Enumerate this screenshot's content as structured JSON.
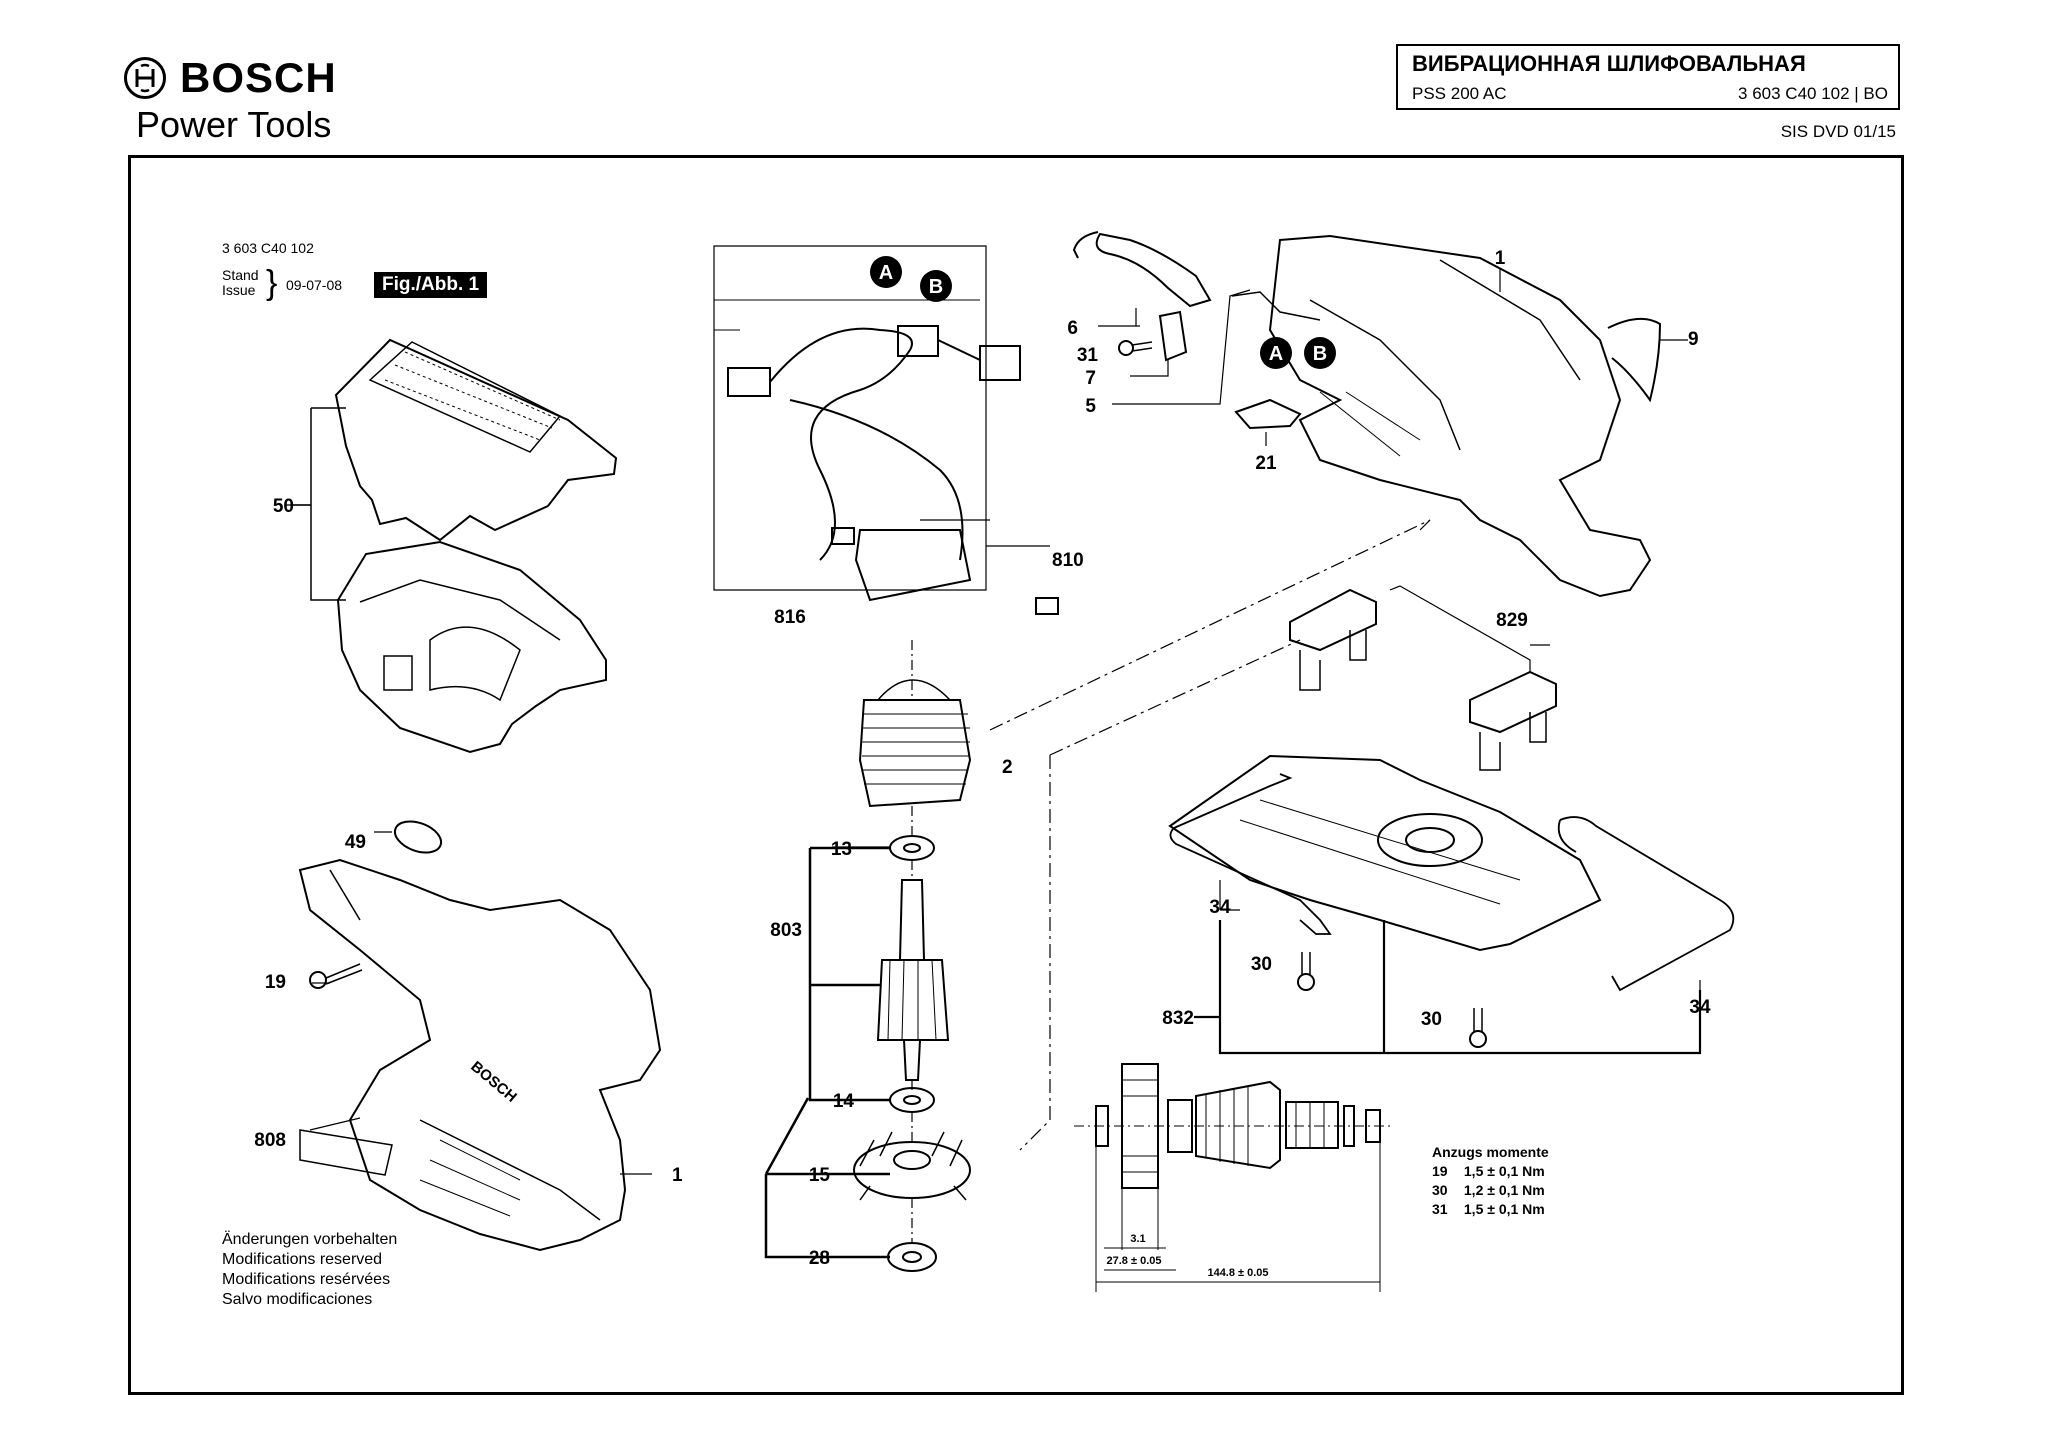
{
  "header": {
    "brand": "BOSCH",
    "tagline": "Power Tools",
    "title": "ВИБРАЦИОННАЯ ШЛИФОВАЛЬНАЯ",
    "model": "PSS 200 AC",
    "part_number": "3 603 C40 102 | BO",
    "edition": "SIS DVD 01/15"
  },
  "sheet": {
    "code": "3 603 C40 102",
    "stand_label": "Stand",
    "issue_label": "Issue",
    "date": "09-07-08",
    "figure": "Fig./Abb. 1"
  },
  "part_labels": {
    "p1": "1",
    "p2": "2",
    "p5": "5",
    "p6": "6",
    "p7": "7",
    "p9": "9",
    "p13": "13",
    "p14": "14",
    "p15": "15",
    "p19": "19",
    "p21": "21",
    "p28": "28",
    "p30": "30",
    "p31": "31",
    "p34": "34",
    "p49": "49",
    "p50": "50",
    "p803": "803",
    "p808": "808",
    "p810": "810",
    "p816": "816",
    "p829": "829",
    "p832": "832",
    "conn_a": "A",
    "conn_b": "B"
  },
  "dimensions": {
    "d1": "3.1",
    "d2": "27.8 ± 0.05",
    "d3": "144.8 ± 0.05"
  },
  "housing_text": "BOSCH",
  "notes": [
    "Änderungen vorbehalten",
    "Modifications reserved",
    "Modifications resérvées",
    "Salvo modificaciones"
  ],
  "torque": {
    "title": "Anzugs momente",
    "rows": [
      {
        "part": "19",
        "value": "1,5 ± 0,1 Nm"
      },
      {
        "part": "30",
        "value": "1,2 ± 0,1 Nm"
      },
      {
        "part": "31",
        "value": "1,5 ± 0,1 Nm"
      }
    ]
  }
}
